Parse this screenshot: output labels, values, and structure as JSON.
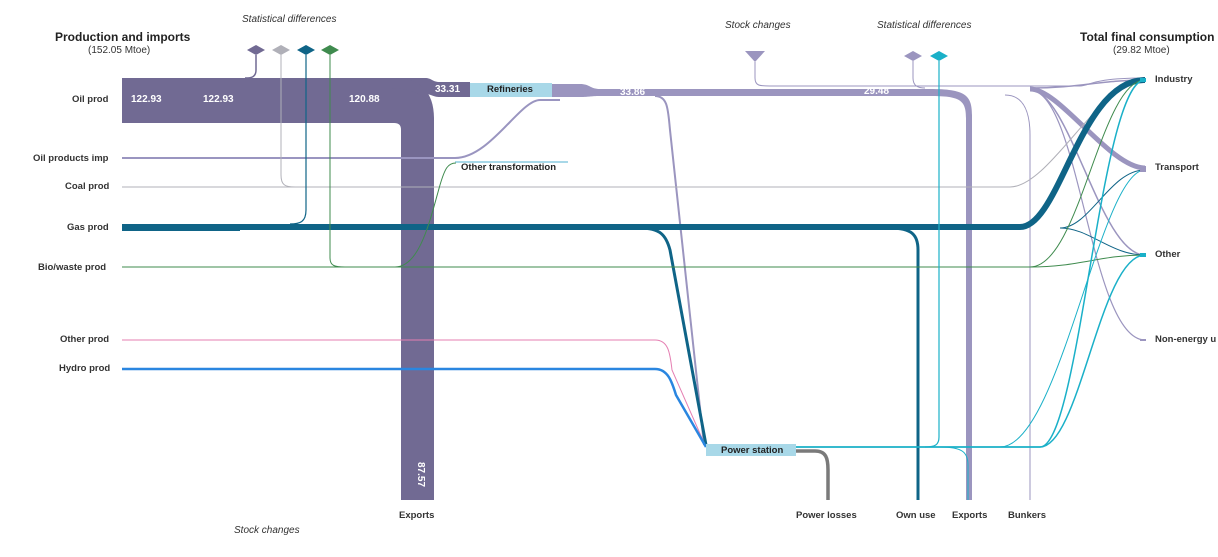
{
  "header_left": {
    "title": "Production and imports",
    "subtitle": "(152.05 Mtoe)"
  },
  "header_right": {
    "title": "Total final consumption",
    "subtitle": "(29.82 Mtoe)"
  },
  "annotations": {
    "stat_diff_left": "Statistical differences",
    "stat_diff_right": "Statistical differences",
    "stock_changes_top": "Stock  changes",
    "stock_changes_bottom": "Stock changes"
  },
  "sources": [
    {
      "label": "Oil prod"
    },
    {
      "label": "Oil products imp"
    },
    {
      "label": "Coal prod"
    },
    {
      "label": "Gas prod"
    },
    {
      "label": "Bio/waste prod"
    },
    {
      "label": "Other prod"
    },
    {
      "label": "Hydro prod"
    }
  ],
  "nodes": {
    "refineries": "Refineries",
    "other_transformation": "Other transformation",
    "power_station": "Power station"
  },
  "bottom_sinks": [
    {
      "label": "Exports"
    },
    {
      "label": "Power losses"
    },
    {
      "label": "Own use"
    },
    {
      "label": "Exports"
    },
    {
      "label": "Bunkers"
    }
  ],
  "consumption": [
    {
      "label": "Industry"
    },
    {
      "label": "Transport"
    },
    {
      "label": "Other"
    },
    {
      "label": "Non-energy u"
    }
  ],
  "flow_values": {
    "oil_prod_a": "122.93",
    "oil_prod_b": "122.93",
    "oil_main": "120.88",
    "to_refineries": "33.31",
    "refinery_out": "33.86",
    "refinery_out_b": "29.48",
    "exports_left": "87.57"
  },
  "colors": {
    "oil": "#716a93",
    "oil_light": "#9b95bf",
    "oil_products": "#9a95c0",
    "coal": "#b0b0b8",
    "gas": "#0f6487",
    "bio": "#3f8b4e",
    "other": "#e57fb2",
    "hydro": "#2a86e0",
    "electricity": "#1ab0c8",
    "refineries_node": "#a8d8e8",
    "losses": "#7a7a7a"
  }
}
